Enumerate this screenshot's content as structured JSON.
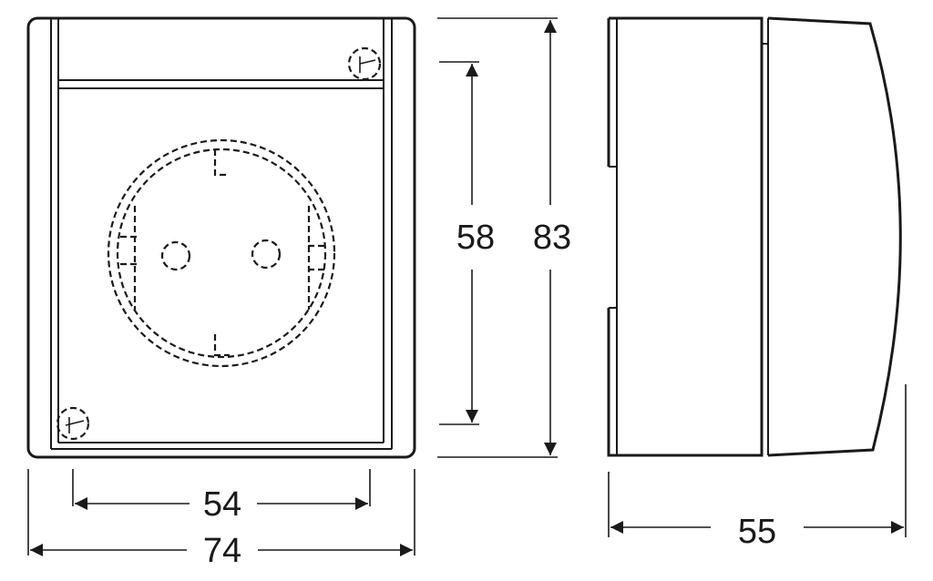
{
  "colors": {
    "line": "#1a1a1a",
    "background": "#ffffff"
  },
  "dimensions": {
    "inner_width": "54",
    "outer_width": "74",
    "inner_height": "58",
    "outer_height": "83",
    "depth": "55"
  }
}
